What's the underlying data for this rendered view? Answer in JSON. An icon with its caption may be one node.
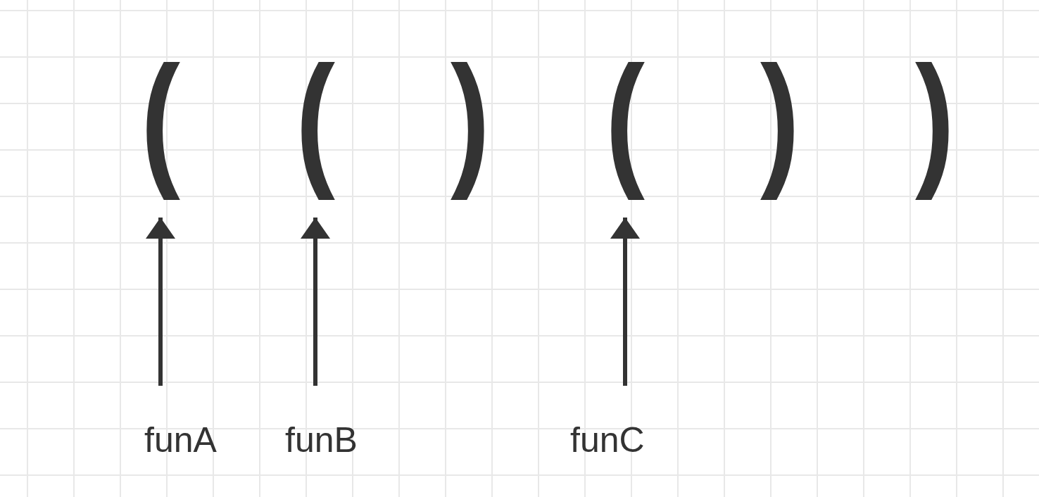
{
  "diagram": {
    "nodes": [
      {
        "text": [
          "("
        ]
      },
      {
        "text": [
          "("
        ]
      },
      {
        "text": [
          "("
        ]
      },
      {
        "text": [
          "funA"
        ]
      },
      {
        "text": [
          "funB"
        ]
      },
      {
        "text": [
          "funC"
        ]
      }
    ],
    "edges": [
      {
        "from": 3,
        "to": 0,
        "arrow": "to"
      },
      {
        "from": 4,
        "to": 1,
        "arrow": "to"
      },
      {
        "from": 5,
        "to": 2,
        "arrow": "to"
      }
    ],
    "labels": [
      ")",
      ")",
      ")"
    ]
  }
}
